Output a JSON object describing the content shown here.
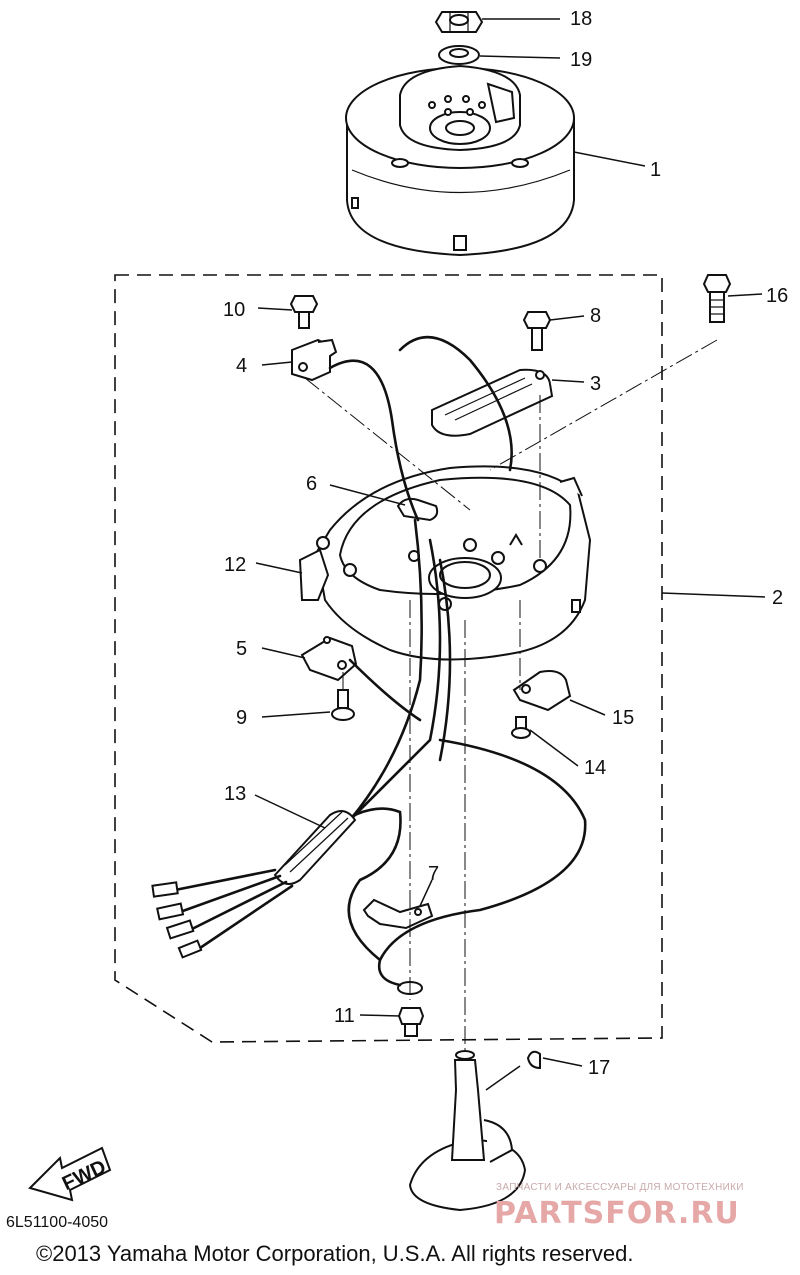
{
  "callouts": [
    {
      "id": "18",
      "label": "18"
    },
    {
      "id": "19",
      "label": "19"
    },
    {
      "id": "1",
      "label": "1"
    },
    {
      "id": "16",
      "label": "16"
    },
    {
      "id": "10",
      "label": "10"
    },
    {
      "id": "8",
      "label": "8"
    },
    {
      "id": "4",
      "label": "4"
    },
    {
      "id": "3",
      "label": "3"
    },
    {
      "id": "6",
      "label": "6"
    },
    {
      "id": "12",
      "label": "12"
    },
    {
      "id": "2",
      "label": "2"
    },
    {
      "id": "5",
      "label": "5"
    },
    {
      "id": "9",
      "label": "9"
    },
    {
      "id": "15",
      "label": "15"
    },
    {
      "id": "14",
      "label": "14"
    },
    {
      "id": "13",
      "label": "13"
    },
    {
      "id": "7",
      "label": "7"
    },
    {
      "id": "11",
      "label": "11"
    },
    {
      "id": "17",
      "label": "17"
    }
  ],
  "fwd_label": "FWD",
  "part_code": "6L51100-4050",
  "copyright": "©2013 Yamaha Motor Corporation, U.S.A. All rights reserved.",
  "watermark": {
    "tagline": "ЗАПЧАСТИ И АКСЕССУАРЫ ДЛЯ МОТОТЕХНИКИ",
    "logo": "PARTSFOR.RU",
    "color": "#e6a7a7"
  }
}
